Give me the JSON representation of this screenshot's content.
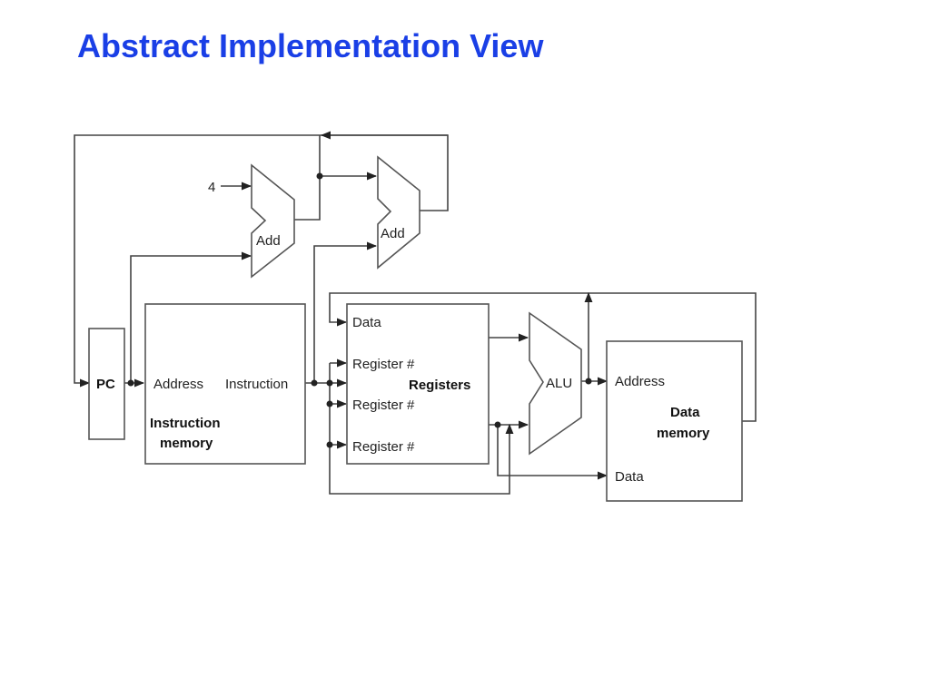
{
  "slide": {
    "title": "Abstract Implementation View",
    "title_color": "#1a3fe6"
  },
  "diagram": {
    "constant_four": "4",
    "pc": "PC",
    "adder_1": "Add",
    "adder_2": "Add",
    "instruction_memory": {
      "address": "Address",
      "instruction": "Instruction",
      "name_line_1": "Instruction",
      "name_line_2": "memory"
    },
    "registers": {
      "data": "Data",
      "register_1": "Register #",
      "register_2": "Register #",
      "register_3": "Register #",
      "name": "Registers"
    },
    "alu": "ALU",
    "data_memory": {
      "address": "Address",
      "data": "Data",
      "name_line_1": "Data",
      "name_line_2": "memory"
    }
  }
}
